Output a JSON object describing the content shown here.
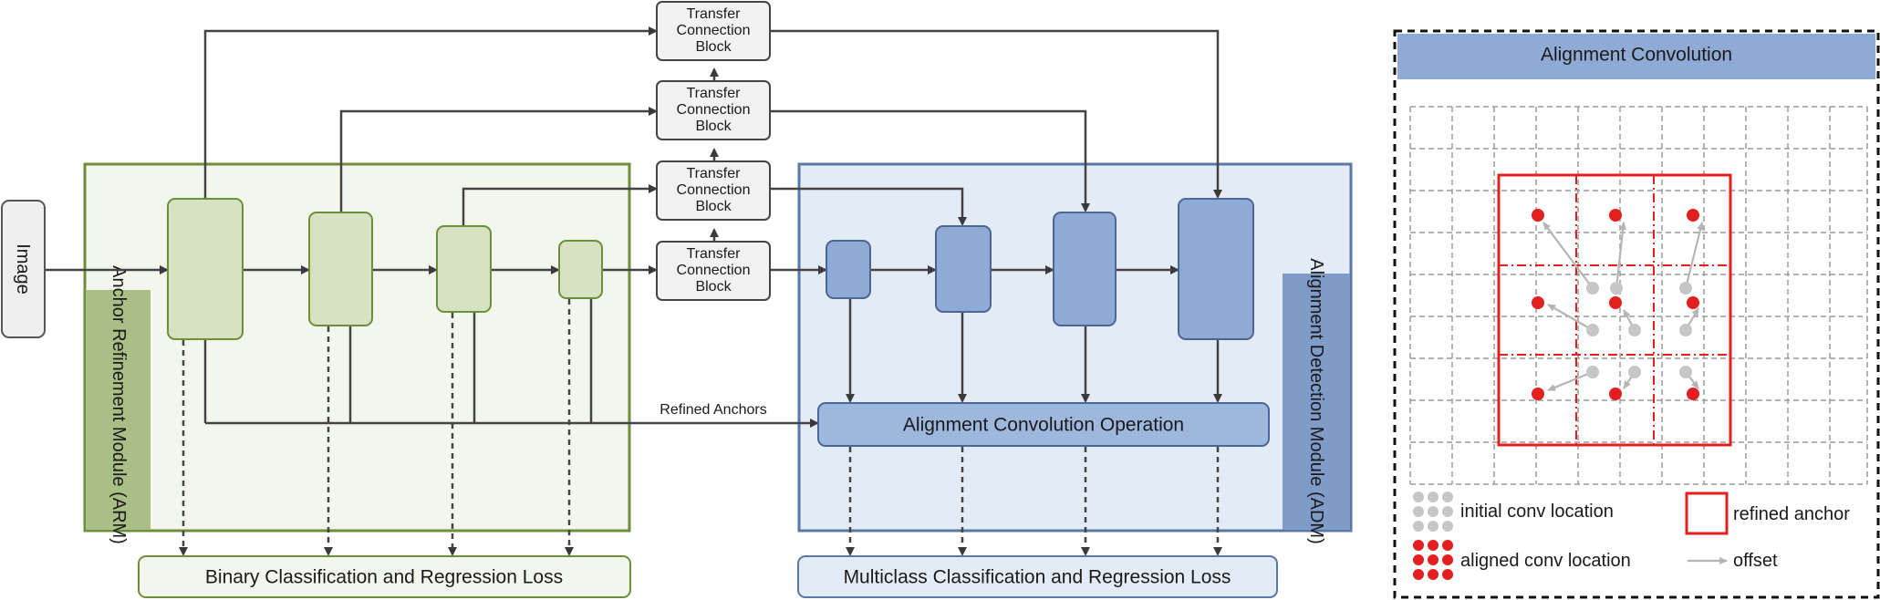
{
  "image_label": "Image",
  "arm_label": "Anchor Refinement Module (ARM)",
  "adm_label": "Alignment Detection Module (ADM)",
  "tcb": [
    [
      "Transfer",
      "Connection",
      "Block"
    ],
    [
      "Transfer",
      "Connection",
      "Block"
    ],
    [
      "Transfer",
      "Connection",
      "Block"
    ],
    [
      "Transfer",
      "Connection",
      "Block"
    ]
  ],
  "refined_anchors_label": "Refined Anchors",
  "alignment_op_label": "Alignment Convolution Operation",
  "binary_loss_label": "Binary Classification and Regression Loss",
  "multiclass_loss_label": "Multiclass Classification and Regression Loss",
  "panel": {
    "title": "Alignment Convolution",
    "legend": {
      "initial": "initial conv location",
      "aligned": "aligned conv location",
      "refined": "refined anchor",
      "offset": "offset"
    }
  },
  "colors": {
    "arm_fill": "#f2f6ec",
    "arm_border": "#6e8f3a",
    "arm_tab": "#a9bf86",
    "arm_block": "#d6e2c2",
    "adm_fill": "#e3ebf7",
    "adm_border": "#5a78a6",
    "adm_tab": "#7f9cc8",
    "adm_block": "#8fabd5",
    "panel_header": "#8fabd5",
    "red": "#e41f1f",
    "gray_dot": "#c6c6c6"
  }
}
